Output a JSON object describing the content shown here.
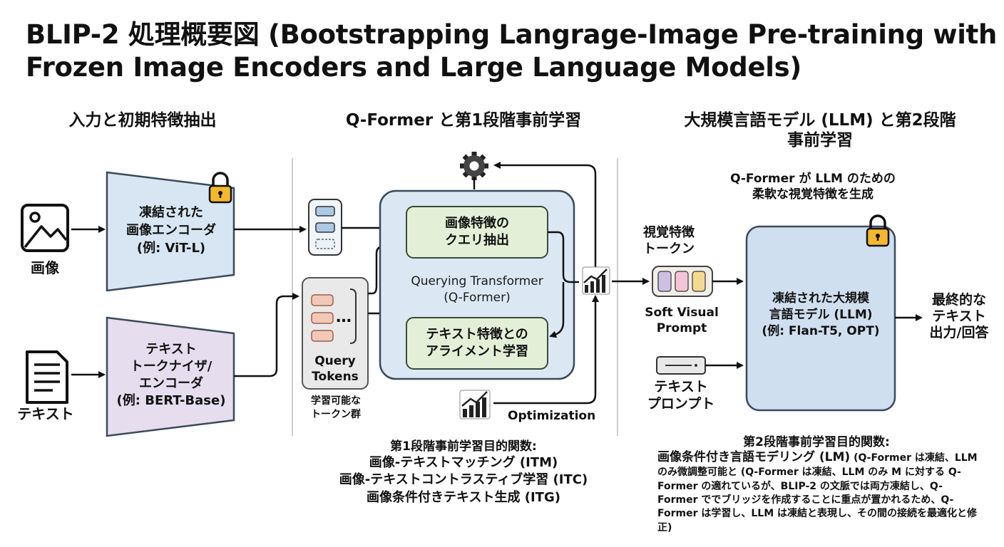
{
  "title": {
    "line1": "BLIP-2 処理概要図 (Bootstrapping Langrage-Image Pre-training with",
    "line2": "Frozen Image Encoders and Large Language Models)"
  },
  "sections": {
    "input": "入力と初期特徴抽出",
    "qformer": "Q-Former と第1段階事前学習",
    "llm": "大規模言語モデル (LLM) と第2段階\n事前学習"
  },
  "inputs": {
    "image_label": "画像",
    "text_label": "テキスト"
  },
  "encoders": {
    "image": "凍結された\n画像エンコーダ\n(例: ViT-L)",
    "text": "テキスト\nトークナイザ/\nエンコーダ\n(例: BERT-Base)"
  },
  "query_tokens": {
    "label": "Query\nTokens",
    "sublabel": "学習可能な\nトークン群",
    "dots": "…"
  },
  "qformer": {
    "name": "Querying Transformer\n(Q-Former)",
    "feature_extract": "画像特徴の\nクエリ抽出",
    "alignment": "テキスト特徴との\nアライメント学習",
    "optimization": "Optimization"
  },
  "stage1": {
    "heading": "第1段階事前学習目的関数:",
    "items": [
      "画像-テキストマッチング (ITM)",
      "画像-テキストコントラスティブ学習 (ITC)",
      "画像条件付きテキスト生成 (ITG)"
    ]
  },
  "llm": {
    "caption": "Q-Former が LLM のための\n柔軟な視覚特徴を生成",
    "visual_tokens": "視覚特徴\nトークン",
    "soft_prompt": "Soft Visual\nPrompt",
    "text_prompt": "テキスト\nプロンプト",
    "model": "凍結された大規模\n言語モデル (LLM)\n(例: Flan-T5, OPT)",
    "output": "最終的な\nテキスト\n出力/回答"
  },
  "stage2": {
    "heading": "第2段階事前学習目的関数:",
    "lead": "画像条件付き言語モデリング (LM)",
    "body": " (Q-Former は凍結、LLM のみ微調整可能と (Q-Former は凍結、LLM のみ M に対する Q-Former の適れているが、BLIP-2 の文脈では両方凍結し、Q-Former ででブリッジを作成することに重点が置かれるため、Q-Former は学習し、LLM は凍結と表現し、その間の接続を最適化と修正)"
  },
  "colors": {
    "image_encoder": "#d7e6f2",
    "text_encoder": "#e6ddef",
    "qformer_bg": "#dbe8f4",
    "inner_box": "#e4efd8",
    "llm_bg": "#cfdff0",
    "lock": "#f4b72d",
    "token_red": "#f3c8b8",
    "token_blue": "#aec9e4"
  }
}
